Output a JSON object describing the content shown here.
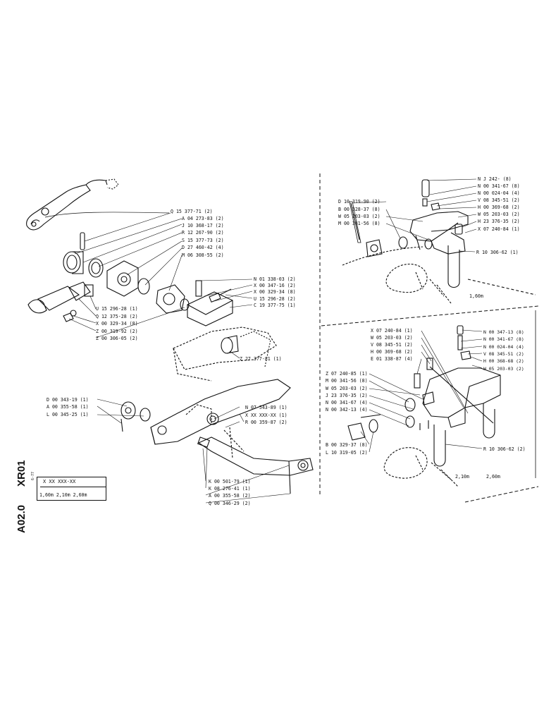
{
  "sheet": {
    "code_line_1": "XR01",
    "code_line_2": "A02.0",
    "box_code": "X XX XXX-XX",
    "box_side": "6-77",
    "box_sizes": "1,60m  2,10m  2,60m"
  },
  "left_labels": [
    "Q 15 377-71 (2)",
    "A 04 273-83 (2)",
    "J 10 368-17 (2)",
    "R 12 267-90 (2)",
    "S 15 377-73 (2)",
    "D 27 460-42 (4)",
    "M 06 308-55 (2)",
    "N 01 338-03 (2)",
    "X 00 347-16 (2)",
    "X 00 329-34 (8)",
    "U 15 296-28 (2)",
    "C 19 377-75 (1)",
    "U 15 296-28 (1)",
    "Q 12 375-28 (2)",
    "X 00 329-34 (8)",
    "Z 00 319-92 (2)",
    "Z 00 306-05 (2)",
    "Z 27 377-81 (1)",
    "N 07 543-89 (1)",
    "X XX XXX-XX (1)",
    "R 00 359-87 (2)",
    "D 00 343-19 (1)",
    "A 00 355-58 (1)",
    "L 00 345-25 (1)",
    "K 00 501-79 (1)",
    "K 08 276-41 (1)",
    "A 00 355-58 (2)",
    "Q 00 346-29 (2)"
  ],
  "top_right_labels": [
    "N J 242-  (8)",
    "N 00 341-67 (8)",
    "N 00 024-04 (4)",
    "V 08 345-51 (2)",
    "H 00 369-68 (2)",
    "W 05 203-03 (2)",
    "H 23 376-35 (2)",
    "X 07 240-84 (1)",
    "D 10 319-90 (2)",
    "B 00 328-37 (8)",
    "W 05 203-03 (2)",
    "M 00 341-56 (8)",
    "R 10 306-62 (1)"
  ],
  "top_right_size": "1,60m",
  "bottom_right_labels": [
    "X 07 240-84 (1)",
    "W 05 203-03 (2)",
    "V 08 345-51 (2)",
    "H 00 369-68 (2)",
    "E 01 338-87 (4)",
    "Z 07 240-85 (1)",
    "M 00 341-56 (8)",
    "W 05 203-03 (2)",
    "J 23 376-35 (2)",
    "N 00 341-67 (4)",
    "N 00 342-13 (4)",
    "N 00 347-13 (8)",
    "N 00 341-67 (8)",
    "N 00 024-04 (4)",
    "V 08 345-51 (2)",
    "H 00 368-68 (2)",
    "W 05 203-03 (2)",
    "B 00 329-37 (8)",
    "L 10 319-05 (2)",
    "R 10 306-62 (2)"
  ],
  "bottom_right_sizes": [
    "2,10m",
    "2,60m"
  ]
}
